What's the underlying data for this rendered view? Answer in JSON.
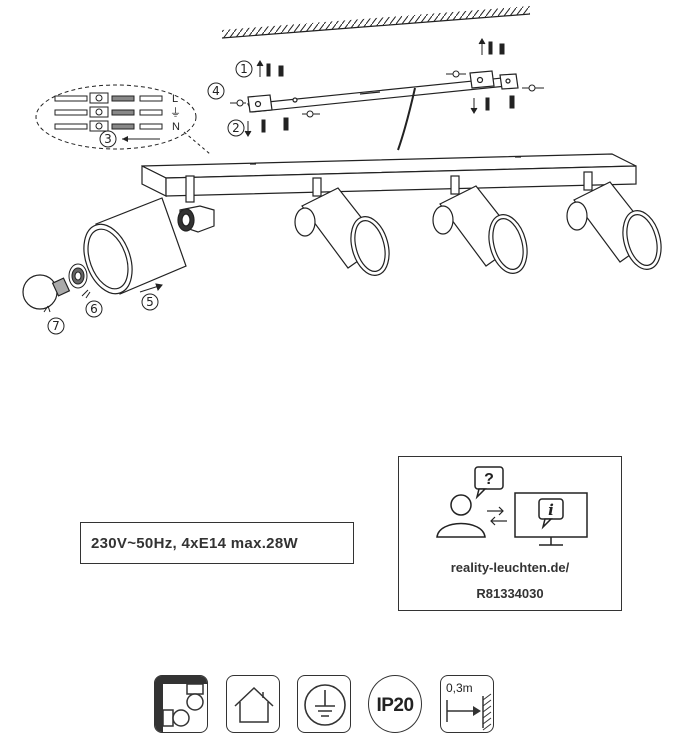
{
  "diagram": {
    "step_numbers": [
      "1",
      "2",
      "3",
      "4",
      "5",
      "6",
      "7"
    ],
    "wire_labels": {
      "live": "L",
      "neutral": "N",
      "earth": "⏚"
    }
  },
  "spec": {
    "text": "230V~50Hz, 4xE14  max.28W"
  },
  "info": {
    "url": "reality-leuchten.de/",
    "article_number": "R81334030",
    "question_mark": "?",
    "info_mark": "i"
  },
  "symbols": [
    {
      "icon": "ceiling-mount-icon"
    },
    {
      "icon": "indoor-house-icon"
    },
    {
      "icon": "protection-class-earth-icon"
    },
    {
      "icon": "ip-rating-icon",
      "text": "IP20"
    },
    {
      "icon": "min-distance-icon",
      "text": "0,3m"
    }
  ]
}
